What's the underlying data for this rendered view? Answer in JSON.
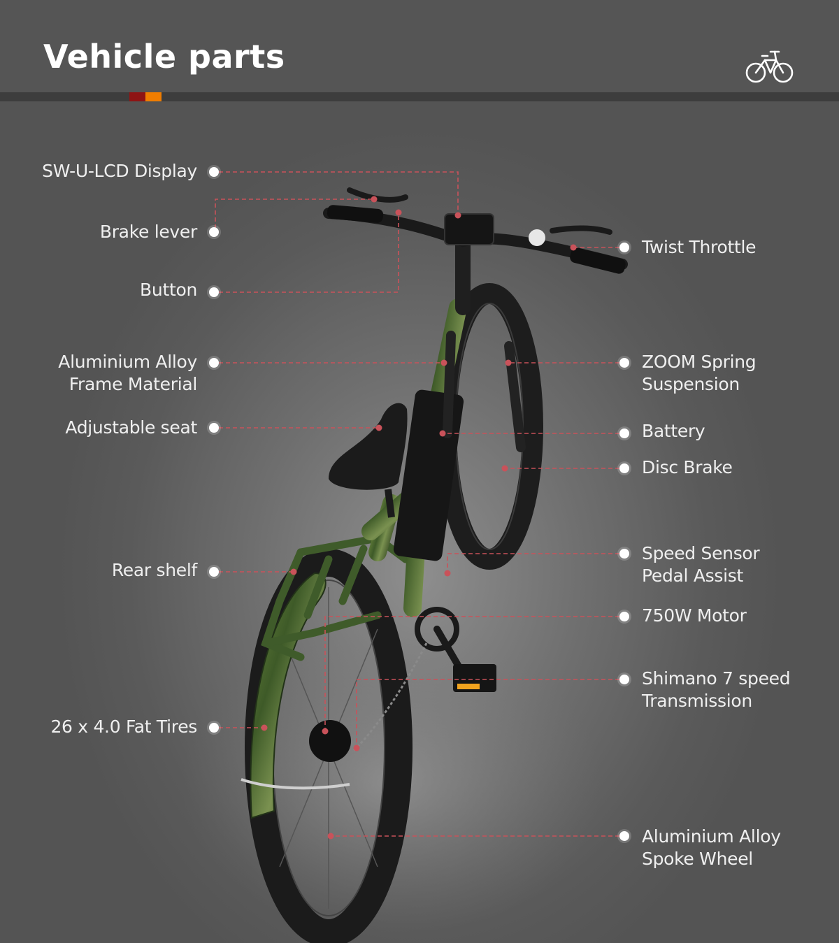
{
  "header": {
    "title": "Vehicle parts"
  },
  "icons": {
    "brand": "bicycle-icon"
  },
  "colors": {
    "accent_red": "#8e1414",
    "accent_orange": "#f07d00",
    "callout_line": "#c9525a",
    "camo_green": "#4b6b2f"
  },
  "parts_left": [
    {
      "label": "SW-U-LCD Display"
    },
    {
      "label": "Brake lever"
    },
    {
      "label": "Button"
    },
    {
      "label": "Aluminium Alloy\nFrame Material"
    },
    {
      "label": "Adjustable seat"
    },
    {
      "label": "Rear shelf"
    },
    {
      "label": "26 x 4.0 Fat Tires"
    }
  ],
  "parts_right": [
    {
      "label": "Twist Throttle"
    },
    {
      "label": "ZOOM Spring\nSuspension"
    },
    {
      "label": "Battery"
    },
    {
      "label": "Disc Brake"
    },
    {
      "label": "Speed Sensor\nPedal Assist"
    },
    {
      "label": "750W Motor"
    },
    {
      "label": "Shimano 7 speed\nTransmission"
    },
    {
      "label": "Aluminium Alloy\nSpoke Wheel"
    }
  ]
}
